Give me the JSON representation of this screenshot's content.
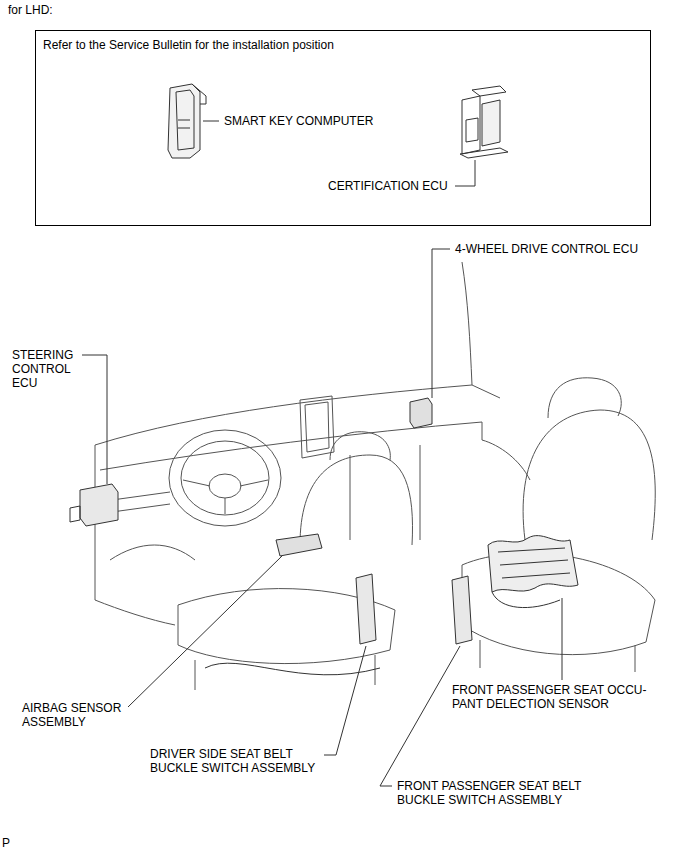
{
  "diagram": {
    "nodes": [
      {
        "text": [
          "Refer to the Service Bulletin for the installation position"
        ]
      }
    ],
    "labels": [
      "for LHD:",
      "SMART KEY CONMPUTER",
      "CERTIFICATION ECU",
      "4-WHEEL DRIVE CONTROL ECU",
      "STEERING CONTROL ECU",
      "FRONT PASSENGER SEAT OCCU- PANT DELECTION SENSOR",
      "AIRBAG SENSOR ASSEMBLY",
      "DRIVER SIDE SEAT BELT BUCKLE SWITCH ASSEMBLY",
      "FRONT PASSENGER SEAT BELT BUCKLE SWITCH ASSEMBLY",
      "P"
    ]
  }
}
